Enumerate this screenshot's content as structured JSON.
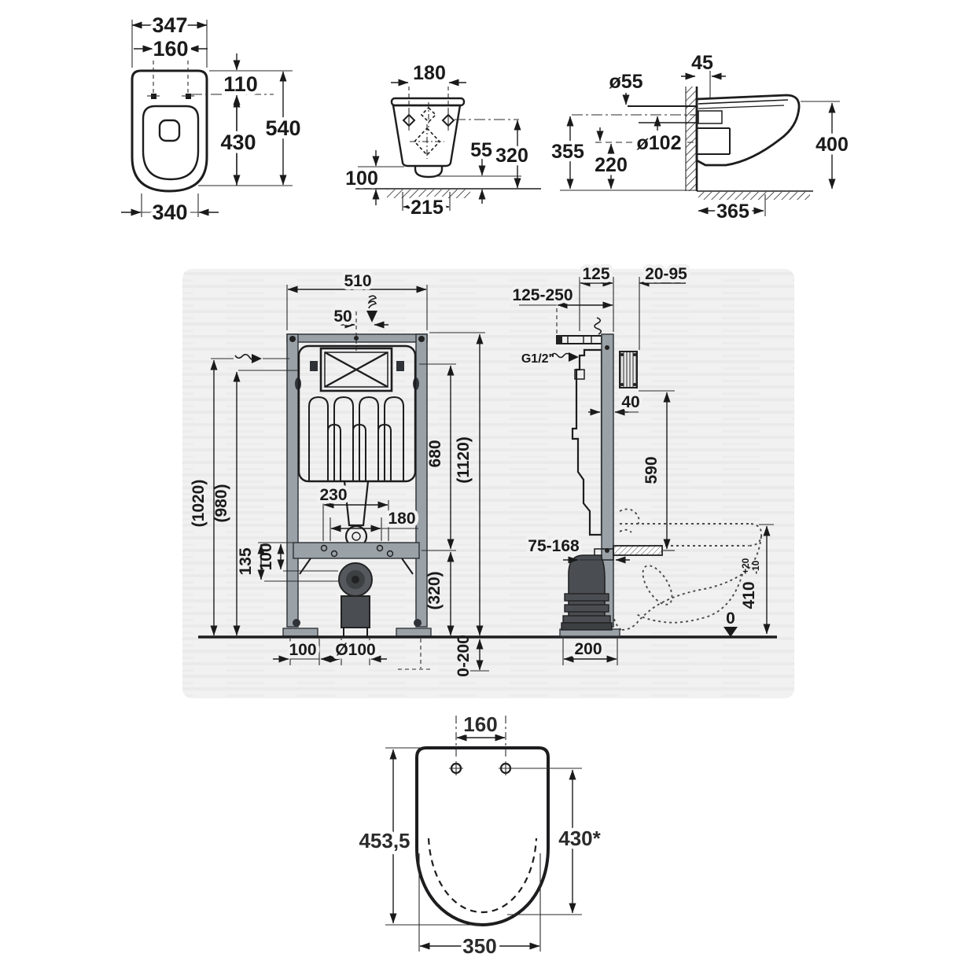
{
  "drawing": {
    "title": "wall-hung-wc-installation-dimensional-drawing",
    "views": {
      "bowl_front": {
        "dims": {
          "overall_width": "347",
          "fixing_centres": "160",
          "rim_to_fixings": "110",
          "fixings_to_front": "430",
          "overall_depth": "540",
          "body_width": "340"
        }
      },
      "bowl_rear": {
        "dims": {
          "fixing_centres": "180",
          "outlet_offset": "55",
          "fixing_height": "320",
          "floor_clearance": "100",
          "base_width": "215"
        }
      },
      "bowl_side": {
        "dims": {
          "inlet_diameter": "ø55",
          "wall_offset": "45",
          "outlet_diameter": "ø102",
          "fixing_height": "355",
          "outlet_height": "220",
          "overall_height": "400",
          "overall_depth": "365"
        }
      },
      "frame_front": {
        "dims": {
          "frame_width": "510",
          "supply_offset": "50",
          "flush_bend_height": "680",
          "frame_height": "(1120)",
          "supply_height": "(1020)",
          "valve_height": "(980)",
          "bracket_centres": "230",
          "fixing_centres": "180",
          "offset_135": "135",
          "offset_100": "100",
          "outlet_height": "(320)",
          "edge_offset": "100",
          "waste_diameter": "Ø100",
          "leg_adjustment": "0-200"
        }
      },
      "frame_side": {
        "dims": {
          "frame_depth": "125",
          "wall_finish_depth": "20-95",
          "supply_depth_range": "125-250",
          "supply_connection": "G1/2\"",
          "profile_depth": "40",
          "plate_to_outlet": "590",
          "outlet_adjustment": "75-168",
          "rim_height": "410",
          "rim_tolerance_plus": "+20",
          "rim_tolerance_minus": "-10",
          "floor_datum": "0",
          "base_depth": "200"
        }
      },
      "seat": {
        "dims": {
          "hinge_centres": "160",
          "overall_length": "453,5",
          "hinge_to_front": "430*",
          "width": "350"
        }
      }
    }
  }
}
